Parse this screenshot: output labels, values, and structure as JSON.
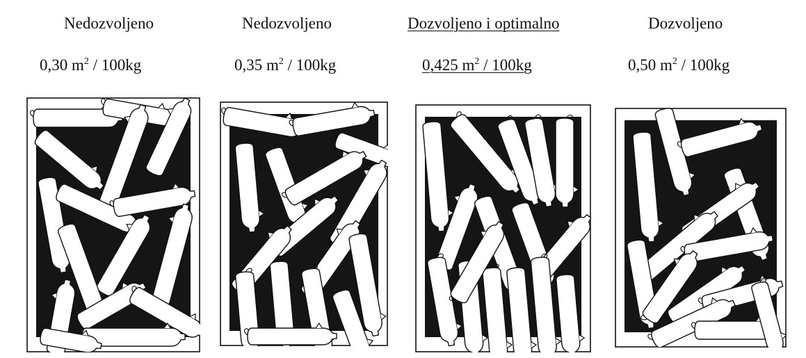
{
  "panels": [
    {
      "title": "Nedozvoljeno",
      "density_value": "0,30 m",
      "density_exp": "2",
      "density_unit": " / 100kg",
      "underlined": false,
      "pig_outline_icon": "pig-outline-icon"
    },
    {
      "title": "Nedozvoljeno",
      "density_value": "0,35 m",
      "density_exp": "2",
      "density_unit": " / 100kg",
      "underlined": false,
      "pig_outline_icon": "pig-outline-icon"
    },
    {
      "title": "Dozvoljeno i optimalno",
      "density_value": "0,425 m",
      "density_exp": "2",
      "density_unit": " / 100kg",
      "underlined": true,
      "pig_outline_icon": "pig-outline-icon"
    },
    {
      "title": "Dozvoljeno",
      "density_value": "0,50 m",
      "density_exp": "2",
      "density_unit": " / 100kg",
      "underlined": false,
      "pig_outline_icon": "pig-outline-icon"
    }
  ],
  "colors": {
    "ink": "#111111",
    "pig_fill": "#ffffff",
    "pen_floor": "#151515"
  }
}
